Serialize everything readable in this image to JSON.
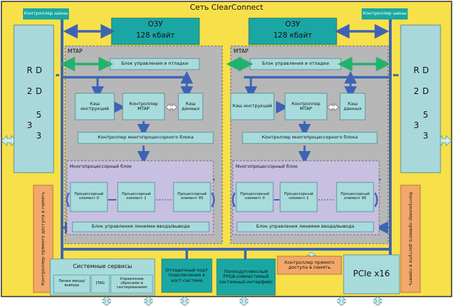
{
  "network": {
    "title": "Сеть ClearConnect"
  },
  "bus_controller": {
    "left": "Контроллер шины",
    "right": "Контроллер шины"
  },
  "ram": {
    "left": {
      "line1": "ОЗУ",
      "line2": "128 кбайт"
    },
    "right": {
      "line1": "ОЗУ",
      "line2": "128 кбайт"
    }
  },
  "ddr": {
    "left": {
      "type": "D D R 2",
      "speed": "5 3 3"
    },
    "right": {
      "type": "D D R 2",
      "speed": "5 3 3"
    }
  },
  "mtap": {
    "left": {
      "label": "MTAP",
      "debug": "Блок управления и отладки",
      "icache": "Кэш инструкций",
      "controller": "Контроллер MTAP",
      "dcache": "Кэш данных",
      "mp_controller": "Контроллер многопроцессорного блока",
      "mp_block": "Многопроцессорный блок",
      "pe0": "Процессорный элемент 0",
      "pe1": "Процессорный элемент 1",
      "pe95": "Процессорный элемент 95",
      "io": "Блок управления линиями ввода/вывода"
    },
    "right": {
      "label": "MTAP",
      "debug": "Блок управления и отладки",
      "icache": "Кэш инструкций",
      "controller": "Контроллер MTAP",
      "dcache": "Кэш данных",
      "mp_controller": "Контроллер многопроцессорного блока",
      "mp_block": "Многопроцессорный блок",
      "pe0": "Процессорный элемент 0",
      "pe1": "Процессорный элемент 1",
      "pe95": "Процессорный элемент 95",
      "io": "Блок управления линиями ввода/вывода"
    }
  },
  "dma": {
    "left_vertical": "Контроллер прямого доступа в память",
    "right_vertical": "Контроллер прямого доступа в память",
    "bottom": "Контроллер прямого доступа в память"
  },
  "system_services": {
    "title": "Системные сервисы",
    "io_lines": "Линии ввода/вывода",
    "jtag": "JTAG",
    "reset": "Управление сбросами и тактированием"
  },
  "debug_port": "Отладочный порт подключения к хост-системе",
  "fpga_interface": "Полнодуплексный FPGA-совместимый системный интерфейс",
  "pcie": "PCIe x16",
  "colors": {
    "chip": "#f7e04a",
    "bus": "#3e63b6",
    "teal": "#1aa7a4",
    "ddr_fill": "#a9d8dc",
    "mtap": "#b7b7b7",
    "block": "#a8dcdc",
    "mp_block": "#c8c0e0",
    "dma": "#f2a86a",
    "green": "#21b36b"
  }
}
